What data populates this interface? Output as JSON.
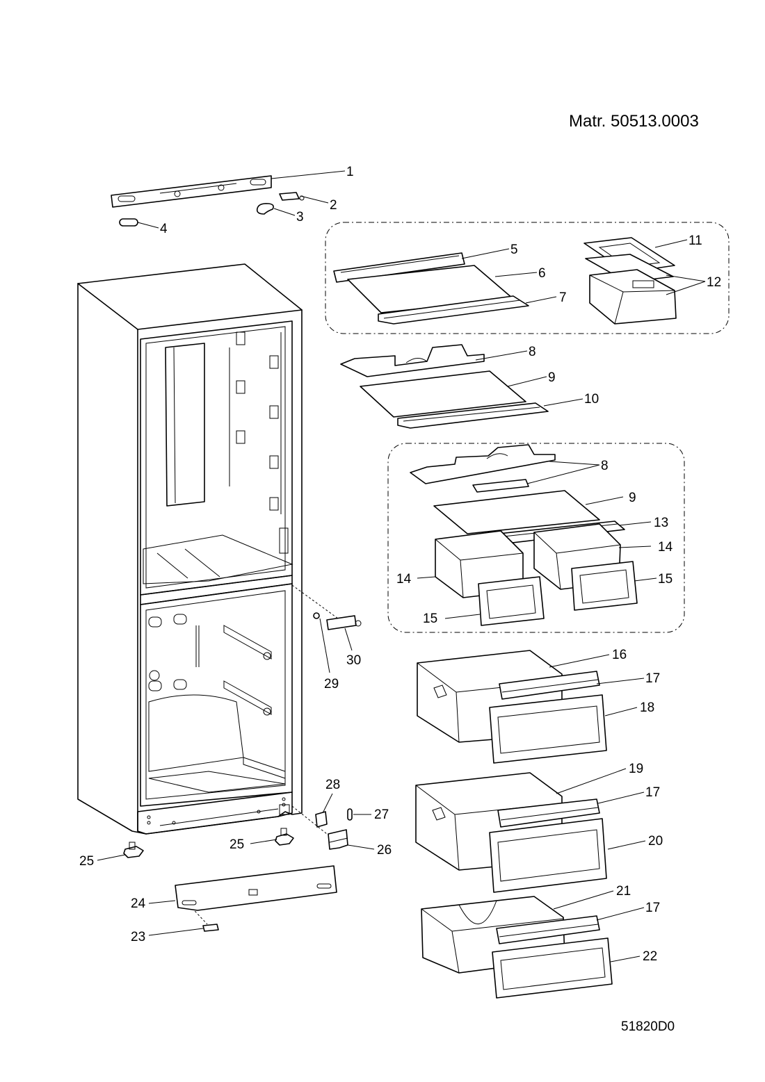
{
  "header": {
    "material_code": "Matr. 50513.0003"
  },
  "footer": {
    "drawing_code": "51820D0"
  },
  "callouts": {
    "c1": "1",
    "c2": "2",
    "c3": "3",
    "c4": "4",
    "c5": "5",
    "c6": "6",
    "c7": "7",
    "c8a": "8",
    "c8b": "8",
    "c9a": "9",
    "c9b": "9",
    "c10": "10",
    "c11": "11",
    "c12": "12",
    "c13": "13",
    "c14a": "14",
    "c14b": "14",
    "c15a": "15",
    "c15b": "15",
    "c16": "16",
    "c17a": "17",
    "c17b": "17",
    "c17c": "17",
    "c18": "18",
    "c19": "19",
    "c20": "20",
    "c21": "21",
    "c22": "22",
    "c23": "23",
    "c24": "24",
    "c25a": "25",
    "c25b": "25",
    "c26": "26",
    "c27": "27",
    "c28": "28",
    "c29": "29",
    "c30": "30"
  }
}
